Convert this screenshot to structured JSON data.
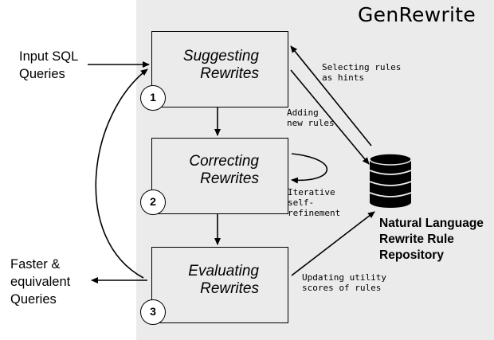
{
  "title": "GenRewrite",
  "input_label": [
    "Input SQL",
    "Queries"
  ],
  "output_label": [
    "Faster &",
    "equivalent",
    "Queries"
  ],
  "steps": [
    {
      "number": "1",
      "label": [
        "Suggesting",
        "Rewrites"
      ]
    },
    {
      "number": "2",
      "label": [
        "Correcting",
        "Rewrites"
      ]
    },
    {
      "number": "3",
      "label": [
        "Evaluating",
        "Rewrites"
      ]
    }
  ],
  "annotations": {
    "selecting": [
      "Selecting rules",
      "as hints"
    ],
    "adding": [
      "Adding",
      "new rules"
    ],
    "iterative": [
      "Iterative",
      "self-",
      "refinement"
    ],
    "updating": [
      "Updating utility",
      "scores of rules"
    ]
  },
  "repository": [
    "Natural Language",
    "Rewrite Rule",
    "Repository"
  ]
}
